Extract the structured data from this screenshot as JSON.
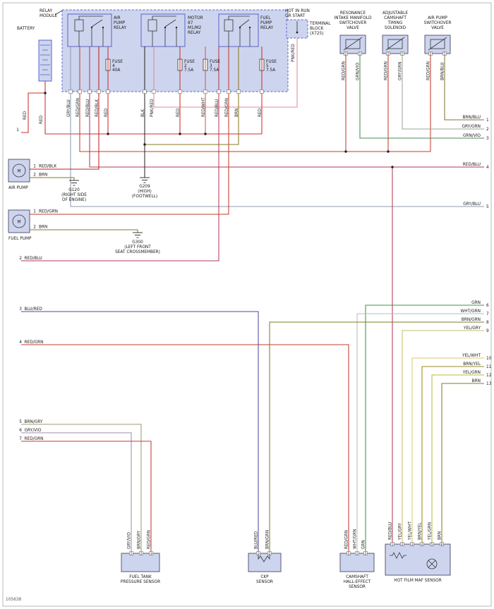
{
  "diagram": {
    "footer_code": "105638"
  },
  "palette": {
    "module_fill": "#cdd4ee",
    "module_stroke": "#5a64c8",
    "red": "#d02c2c",
    "red_blu": "#b23a56",
    "red_grn": "#c43b2e",
    "red_blk": "#c02020",
    "red_wht": "#d45a5a",
    "pnk_red": "#e2899b",
    "blk": "#2a2a2a",
    "brn": "#8a7a1e",
    "brn_blu": "#86733a",
    "brn_gry": "#a29a6e",
    "brn_grn": "#7c7c28",
    "brn_yel": "#9c8c24",
    "grn": "#3f9440",
    "grn_vio": "#4a8a55",
    "gry_blu": "#8f9ab0",
    "gry_grn": "#97a595",
    "gry_vio": "#9c8fae",
    "wht_grn": "#aec4ae",
    "yel_gry": "#cabf63",
    "yel_wht": "#d8cd6b",
    "yel_grn": "#b3bf33",
    "blu_red": "#4a4aa8"
  },
  "module": {
    "label_lines": [
      "RELAY",
      "MODULE"
    ]
  },
  "battery": {
    "label": "BATTERY",
    "wire1": "RED",
    "wire2": "RED",
    "page_num": "1"
  },
  "relays": [
    {
      "lines": [
        "AIR",
        "PUMP",
        "RELAY"
      ]
    },
    {
      "lines": [
        "MOTOR",
        "87",
        "M1/M2",
        "RELAY"
      ]
    },
    {
      "lines": [
        "FUEL",
        "PUMP",
        "RELAY"
      ]
    }
  ],
  "fuses": [
    {
      "name": "FUSE",
      "num": "4",
      "amps": "40A"
    },
    {
      "name": "FUSE",
      "num": "2",
      "amps": "7.5A"
    },
    {
      "name": "FUSE",
      "num": "3",
      "amps": "7.5A"
    },
    {
      "name": "FUSE",
      "num": "5",
      "amps": "7.5A"
    }
  ],
  "terminal_block": {
    "hot_lines": [
      "HOT IN RUN",
      "OR START"
    ],
    "name_lines": [
      "TERMINAL",
      "BLOCK",
      "(X725)"
    ],
    "wire": "PNK/RED"
  },
  "module_pins": {
    "labels": [
      "GRY/BLU",
      "RED/GRN",
      "RED/BLU",
      "RED/BLK",
      "RED",
      "BLK",
      "PNK/RED",
      "RED",
      "RED/WHT",
      "RED/BLU",
      "RED/GRN",
      "BRN",
      "RED"
    ]
  },
  "valves": [
    {
      "lines": [
        "RESONANCE",
        "INTAKE MANIFOLD",
        "SWITCHOVER",
        "VALVE"
      ],
      "pin_left_num": "2",
      "pin_left": "RED/GRN",
      "pin_right_num": "1",
      "pin_right": "GRN/VIO"
    },
    {
      "lines": [
        "ADJUSTABLE",
        "CAMSHAFT",
        "TIMING",
        "SOLENOID"
      ],
      "pin_left_num": "2",
      "pin_left": "RED/GRN",
      "pin_right_num": "1",
      "pin_right": "GRY/GRN"
    },
    {
      "lines": [
        "AIR PUMP",
        "SWITCHOVER",
        "VALVE"
      ],
      "pin_left_num": "2",
      "pin_left": "RED/GRN",
      "pin_right_num": "1",
      "pin_right": "BRN/BLU"
    }
  ],
  "pumps": [
    {
      "name": "AIR PUMP",
      "symbol": "M",
      "pins": [
        {
          "num": "1",
          "label": "RED/BLK"
        },
        {
          "num": "2",
          "label": "BRN"
        }
      ]
    },
    {
      "name": "FUEL PUMP",
      "symbol": "M",
      "pins": [
        {
          "num": "1",
          "label": "RED/GRN"
        },
        {
          "num": "2",
          "label": "BRN"
        }
      ]
    }
  ],
  "grounds": [
    {
      "lines": [
        "G120",
        "(RIGHT SIDE",
        "OF ENGINE)"
      ]
    },
    {
      "lines": [
        "G209",
        "(HIGH)",
        "(FOOTWELL)"
      ]
    },
    {
      "lines": [
        "G300",
        "(LEFT FRONT",
        "SEAT CROSSMEMBER)"
      ]
    }
  ],
  "left_wires": [
    {
      "num": "2",
      "label": "RED/BLU"
    },
    {
      "num": "3",
      "label": "BLU/RED"
    },
    {
      "num": "4",
      "label": "RED/GRN"
    },
    {
      "num": "5",
      "label": "BRN/GRY"
    },
    {
      "num": "6",
      "label": "GRY/VIO"
    },
    {
      "num": "7",
      "label": "RED/GRN"
    }
  ],
  "right_wires": [
    {
      "num": "1",
      "label": "BRN/BLU"
    },
    {
      "num": "2",
      "label": "GRY/GRN"
    },
    {
      "num": "3",
      "label": "GRN/VIO"
    },
    {
      "num": "4",
      "label": "RED/BLU"
    },
    {
      "num": "5",
      "label": "GRY/BLU"
    },
    {
      "num": "6",
      "label": "GRN"
    },
    {
      "num": "7",
      "label": "WHT/GRN"
    },
    {
      "num": "8",
      "label": "BRN/GRN"
    },
    {
      "num": "9",
      "label": "YEL/GRY"
    },
    {
      "num": "10",
      "label": "YEL/WHT"
    },
    {
      "num": "11",
      "label": "BRN/YEL"
    },
    {
      "num": "12",
      "label": "YEL/GRN"
    },
    {
      "num": "13",
      "label": "BRN"
    }
  ],
  "sensors": [
    {
      "name_lines": [
        "FUEL TANK",
        "PRESSURE SENSOR"
      ],
      "pins": [
        {
          "num": "1",
          "label": "GRY/VIO"
        },
        {
          "num": "2",
          "label": "BRN/GRY"
        },
        {
          "num": "3",
          "label": "RED/GRN"
        }
      ]
    },
    {
      "name_lines": [
        "CKP",
        "SENSOR"
      ],
      "pins": [
        {
          "num": "1",
          "label": "BLU/RED"
        },
        {
          "num": "2",
          "label": "BRN/GRN"
        }
      ]
    },
    {
      "name_lines": [
        "CAMSHAFT",
        "HALL-EFFECT",
        "SENSOR"
      ],
      "pins": [
        {
          "num": "1",
          "label": "RED/GRN"
        },
        {
          "num": "2",
          "label": "WHT/GRN"
        },
        {
          "num": "3",
          "label": "GRN"
        }
      ]
    },
    {
      "name_lines": [
        "HOT FILM MAF SENSOR"
      ],
      "pins": [
        {
          "num": "1",
          "label": "RED/BLU"
        },
        {
          "num": "2",
          "label": "YEL/GRY"
        },
        {
          "num": "3",
          "label": "YEL/WHT"
        },
        {
          "num": "4",
          "label": "BRN/YEL"
        },
        {
          "num": "5",
          "label": "YEL/GRN"
        },
        {
          "num": "6",
          "label": "BRN"
        }
      ]
    }
  ]
}
